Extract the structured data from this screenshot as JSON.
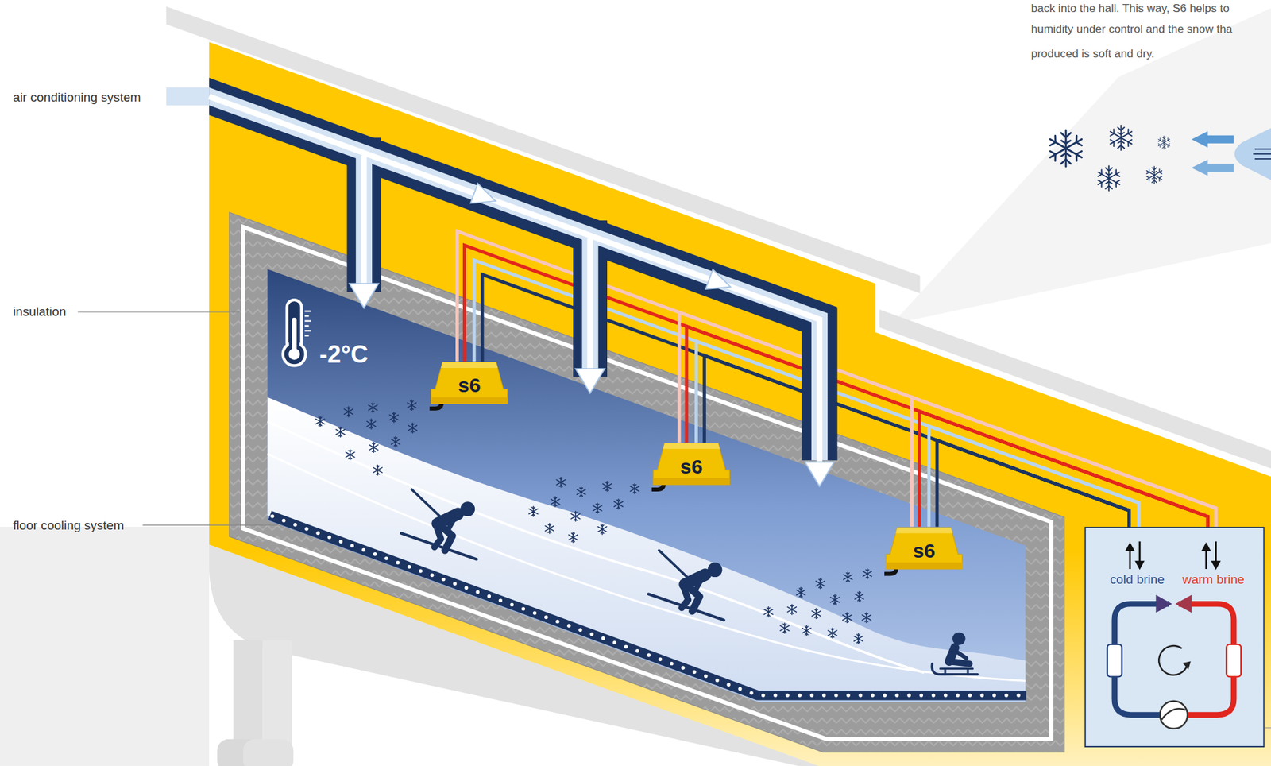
{
  "diagram": {
    "nodes": [
      {
        "text": [
          "s6"
        ]
      },
      {
        "text": [
          "s6"
        ]
      },
      {
        "text": [
          "s6"
        ]
      },
      {
        "text": [
          "cold brine",
          "warm brine"
        ]
      }
    ],
    "edges": [
      {
        "from": 0,
        "to": 3,
        "arrow": "none"
      },
      {
        "from": 1,
        "to": 3,
        "arrow": "none"
      },
      {
        "from": 2,
        "to": 3,
        "arrow": "none"
      }
    ],
    "labels": [
      "air conditioning system",
      "insulation",
      "floor cooling system",
      "-2°C",
      "back into the hall. This way, S6 helps to",
      "humidity under control and the snow tha",
      "produced is soft and dry."
    ]
  }
}
